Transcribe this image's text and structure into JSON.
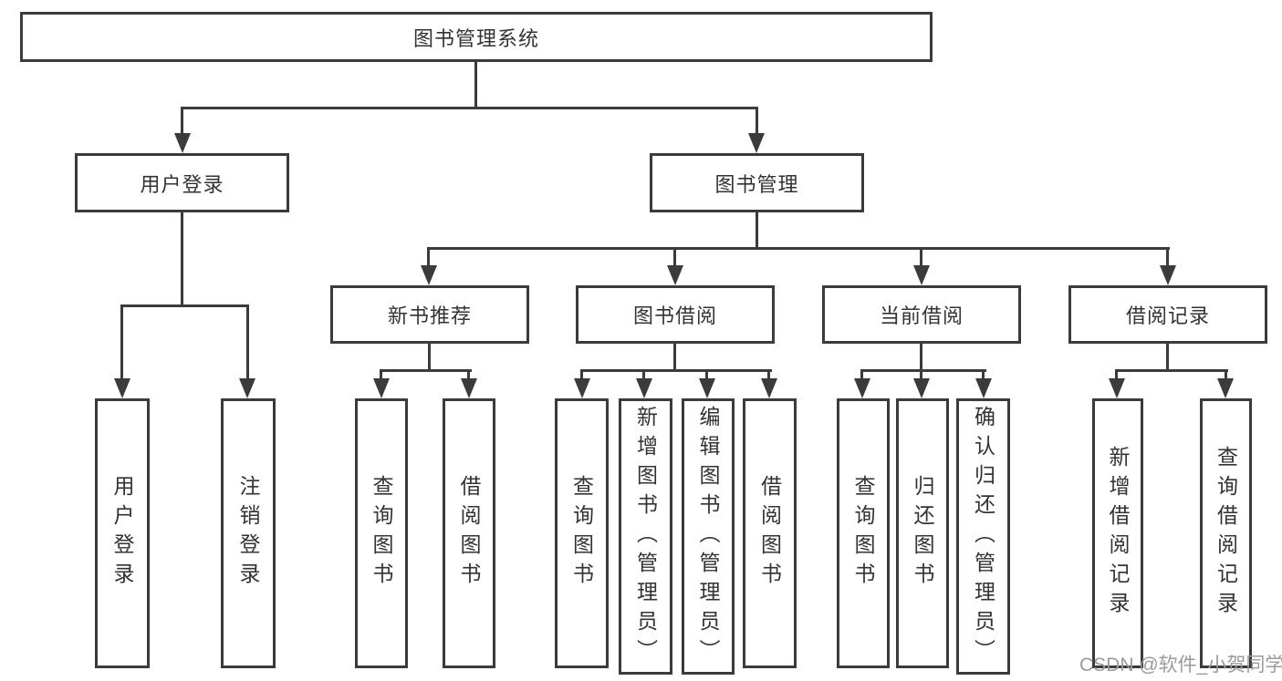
{
  "diagram": {
    "title": "图书管理系统",
    "level2": {
      "user_login": "用户登录",
      "book_management": "图书管理"
    },
    "level3": {
      "new_book_recommend": "新书推荐",
      "book_borrow": "图书借阅",
      "current_borrow": "当前借阅",
      "borrow_record": "借阅记录"
    },
    "leaves": {
      "user_login": "用户登录",
      "logout": "注销登录",
      "recommend_query_book": "查询图书",
      "recommend_borrow_book": "借阅图书",
      "borrow_query_book": "查询图书",
      "borrow_add_book_admin": "新增图书（管理员）",
      "borrow_edit_book_admin": "编辑图书（管理员）",
      "borrow_borrow_book": "借阅图书",
      "current_query_book": "查询图书",
      "current_return_book": "归还图书",
      "current_confirm_return_admin": "确认归还（管理员）",
      "record_add_record": "新增借阅记录",
      "record_query_record": "查询借阅记录"
    },
    "watermark": "CSDN @软件_小贺同学",
    "colors": {
      "line": "#3b3b3b",
      "text": "#333333",
      "watermark": "#9b9b9b",
      "background": "#ffffff"
    }
  }
}
